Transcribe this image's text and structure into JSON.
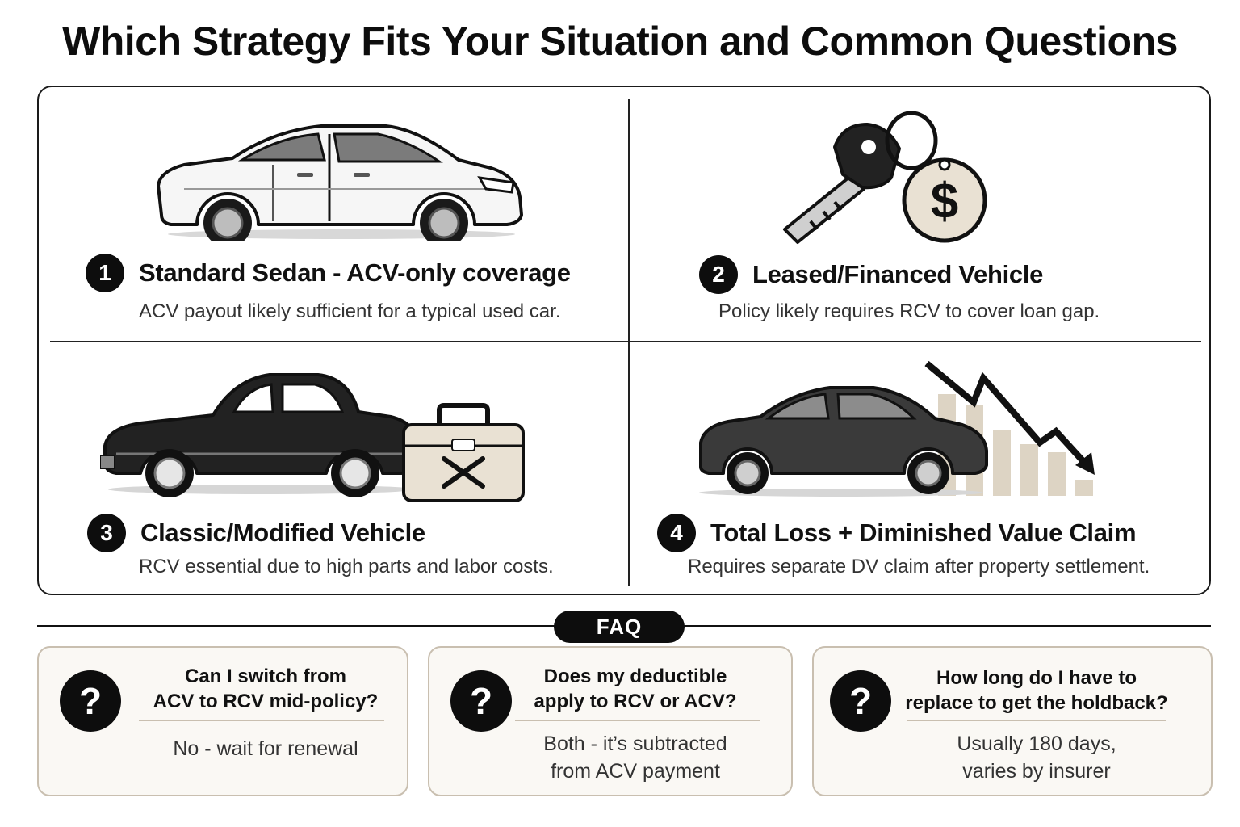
{
  "title": "Which Strategy Fits Your Situation and Common Questions",
  "scenarios": [
    {
      "number": "1",
      "heading": "Standard Sedan - ACV-only coverage",
      "description": "ACV payout likely sufficient for a typical used car.",
      "icon": "white-sedan-icon"
    },
    {
      "number": "2",
      "heading": "Leased/Financed Vehicle",
      "description": "Policy likely requires RCV to cover loan gap.",
      "icon": "car-key-dollar-tag-icon"
    },
    {
      "number": "3",
      "heading": "Classic/Modified Vehicle",
      "description": "RCV essential due to high parts and labor costs.",
      "icon": "classic-car-toolbox-icon"
    },
    {
      "number": "4",
      "heading": "Total Loss + Diminished Value Claim",
      "description": "Requires separate DV claim after property settlement.",
      "icon": "dark-sedan-declining-chart-icon"
    }
  ],
  "faq": {
    "label": "FAQ",
    "items": [
      {
        "question_line1": "Can I switch from",
        "question_line2": "ACV to RCV mid-policy?",
        "answer_line1": "No - wait for renewal",
        "answer_line2": ""
      },
      {
        "question_line1": "Does my deductible",
        "question_line2": "apply to RCV or ACV?",
        "answer_line1": "Both - it’s subtracted",
        "answer_line2": "from ACV payment"
      },
      {
        "question_line1": "How long do I have to",
        "question_line2": "replace to get the holdback?",
        "answer_line1": "Usually 180 days,",
        "answer_line2": "varies by insurer"
      }
    ],
    "question_icon": "?"
  },
  "colors": {
    "ink": "#0d0d0d",
    "beige": "#e9e1d3",
    "card_border": "#c9bfb0",
    "card_bg": "#faf8f4"
  }
}
